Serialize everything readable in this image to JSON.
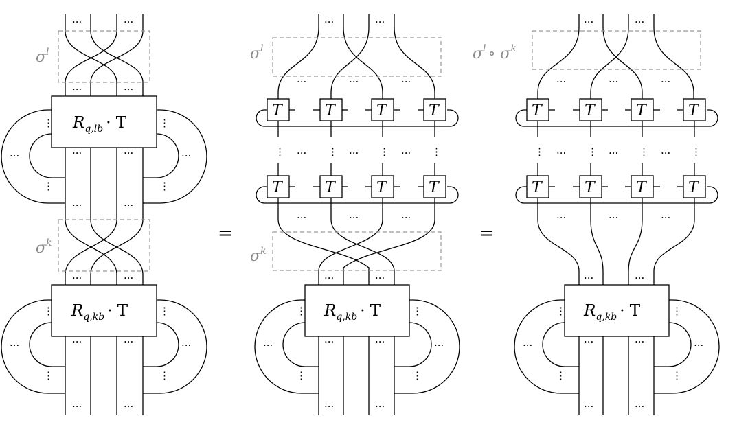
{
  "equals_sign": "=",
  "ellipsis": "···",
  "vertical_dots": "⋮",
  "tensor_label": "T",
  "box_lb": {
    "R": "R",
    "sub": "q,lb",
    "rest": "· T"
  },
  "box_kb": {
    "R": "R",
    "sub": "q,kb",
    "rest": "· T"
  },
  "sigma_l": {
    "base": "σ",
    "sup": "l"
  },
  "sigma_k": {
    "base": "σ",
    "sup": "k"
  },
  "sigma_composite": {
    "base": "σ",
    "sup1": "l",
    "op": "∘ σ",
    "sup2": "k"
  },
  "colors": {
    "line": "#000000",
    "dashed_box": "#999999",
    "sigma_text": "#8a8a8a"
  }
}
